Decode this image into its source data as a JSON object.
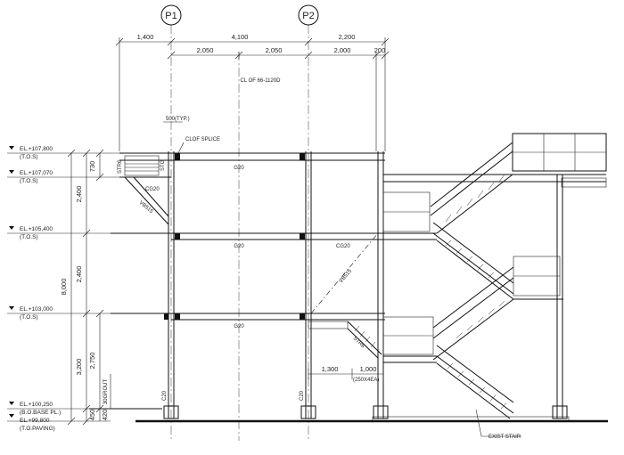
{
  "grids": [
    "P1",
    "P2"
  ],
  "dims_top_row1": [
    "1,400",
    "4,100",
    "2,200"
  ],
  "dims_top_row2": [
    "2,050",
    "2,050",
    "2,000",
    "200"
  ],
  "cl_note": "CL OF 66-1120D",
  "annotations": {
    "typ": "500(TYP.)",
    "splice": "CLOF SPLICE",
    "cg20_left": "CG20",
    "vb": "VB515",
    "vb2": "VB515",
    "cg20_mid": "CG20",
    "str_left": "STR6",
    "str_mid": "STR6",
    "size_note": "(250X4EA)",
    "exist_stair": "EXIST STAIR",
    "c20_left": "C20",
    "c20_right": "C20",
    "grout": "30GROUT",
    "stg": "STG"
  },
  "beams": [
    "G20",
    "G20",
    "G20"
  ],
  "elevations": [
    {
      "el": "EL.+107,800",
      "tag": "(T.O.S)"
    },
    {
      "el": "EL.+107,070",
      "tag": "(T.O.S)"
    },
    {
      "el": "EL.+105,400",
      "tag": "(T.O.S)"
    },
    {
      "el": "EL.+103,000",
      "tag": "(T.O.S)"
    },
    {
      "el": "EL.+100,250",
      "tag": "(B.O.BASE PL.)"
    },
    {
      "el": "EL.+99,800",
      "tag": "(T.O.PAVING)"
    }
  ],
  "vert_dims": [
    "730",
    "2,400",
    "2,400",
    "3,200",
    "2,750",
    "450",
    "420",
    "8,000"
  ],
  "bottom_dims": [
    "1,300",
    "1,000"
  ]
}
